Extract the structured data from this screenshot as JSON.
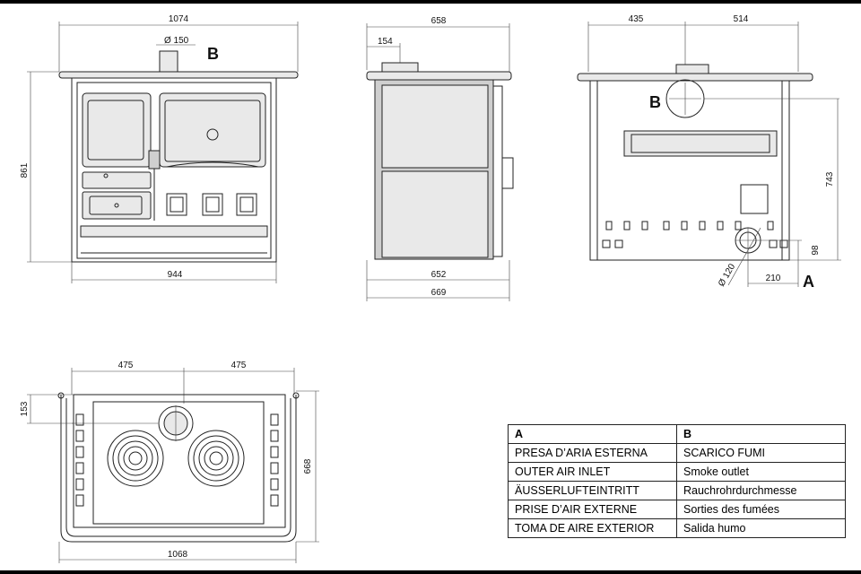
{
  "dimensions": {
    "front_width": "1074",
    "flue_diameter": "Ø 150",
    "height": "861",
    "front_inner_width": "944",
    "side_depth": "658",
    "side_flue_offset": "154",
    "side_depth_lower": "652",
    "side_depth_base": "669",
    "back_left": "435",
    "back_right": "514",
    "back_flue_height": "743",
    "back_air_height": "98",
    "back_air_diameter": "Ø 120",
    "back_air_offset": "210",
    "top_left": "475",
    "top_right": "475",
    "top_flue_depth": "153",
    "top_depth": "668",
    "top_width": "1068"
  },
  "markers": {
    "a": "A",
    "b": "B"
  },
  "legend": {
    "headers": [
      "A",
      "B"
    ],
    "rows": [
      [
        "PRESA D’ARIA ESTERNA",
        "SCARICO FUMI"
      ],
      [
        "OUTER AIR INLET",
        "Smoke outlet"
      ],
      [
        "ÄUSSERLUFTEINTRITT",
        "Rauchrohrdurchmesse"
      ],
      [
        "PRISE D’AIR EXTERNE",
        "Sorties des fumées"
      ],
      [
        "TOMA DE AIRE EXTERIOR",
        "Salida humo"
      ]
    ]
  }
}
